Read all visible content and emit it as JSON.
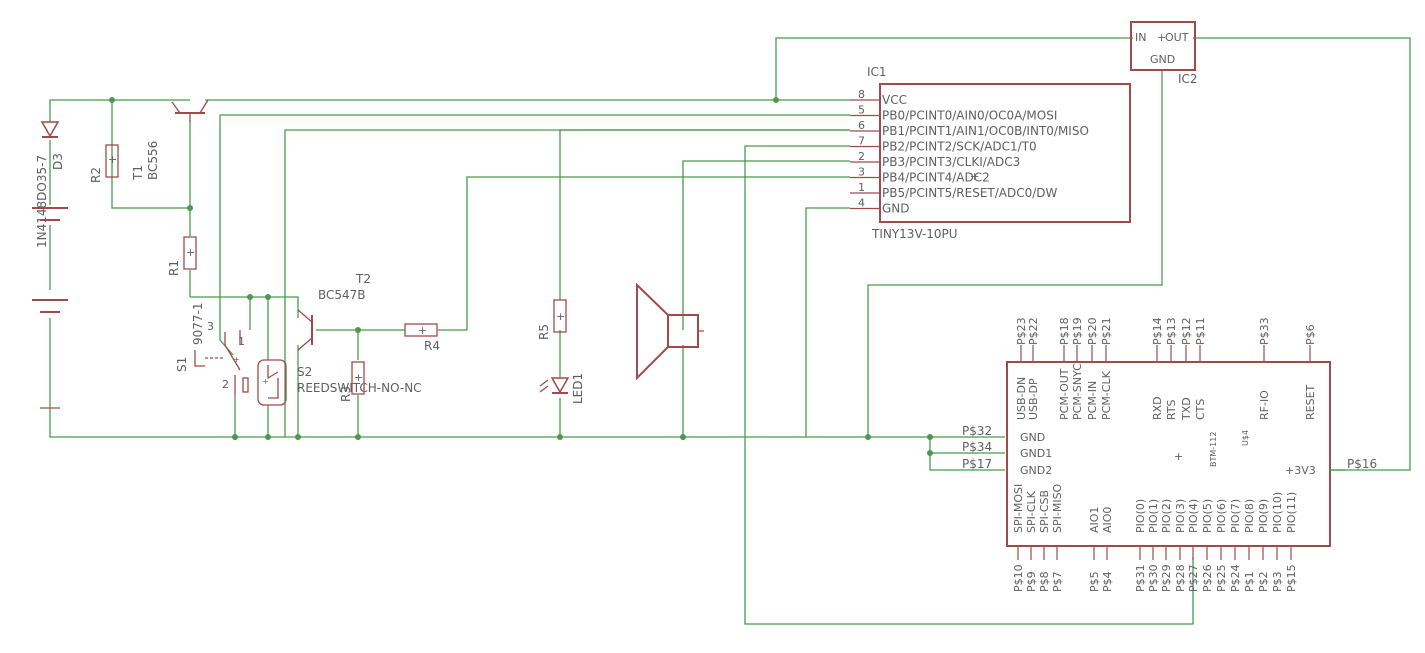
{
  "components": {
    "d3": {
      "name": "D3",
      "value": "1N4148DO35-7"
    },
    "r2": {
      "name": "R2"
    },
    "t1": {
      "name": "T1",
      "value": "BC556"
    },
    "r1": {
      "name": "R1"
    },
    "s1": {
      "name": "S1",
      "value": "9077-1",
      "pin1": "1",
      "pin2": "2",
      "pin3": "3"
    },
    "s2": {
      "name": "S2",
      "value": "REEDSWITCH-NO-NC"
    },
    "t2": {
      "name": "T2",
      "value": "BC547B"
    },
    "r3": {
      "name": "R3"
    },
    "r4": {
      "name": "R4"
    },
    "r5": {
      "name": "R5"
    },
    "led1": {
      "name": "LED1"
    },
    "ic1": {
      "name": "IC1",
      "value": "TINY13V-10PU",
      "pins": [
        {
          "num": "8",
          "label": "VCC"
        },
        {
          "num": "5",
          "label": "PB0/PCINT0/AIN0/OC0A/MOSI"
        },
        {
          "num": "6",
          "label": "PB1/PCINT1/AIN1/OC0B/INT0/MISO"
        },
        {
          "num": "7",
          "label": "PB2/PCINT2/SCK/ADC1/T0"
        },
        {
          "num": "2",
          "label": "PB3/PCINT3/CLKI/ADC3"
        },
        {
          "num": "3",
          "label": "PB4/PCINT4/ADC2"
        },
        {
          "num": "1",
          "label": "PB5/PCINT5/RESET/ADC0/DW"
        },
        {
          "num": "4",
          "label": "GND"
        }
      ]
    },
    "ic2": {
      "name": "IC2",
      "in": "IN",
      "out": "OUT",
      "gnd": "GND"
    },
    "u4": {
      "name": "U$4",
      "value": "BTM-112",
      "top_pins": [
        "P$23",
        "P$22",
        "P$18",
        "P$19",
        "P$20",
        "P$21",
        "P$14",
        "P$13",
        "P$12",
        "P$11",
        "P$33",
        "P$6"
      ],
      "top_labels": [
        "USB-DN",
        "USB-DP",
        "PCM-OUT",
        "PCM-SNYC",
        "PCM-IN",
        "PCM-CLK",
        "RXD",
        "RTS",
        "TXD",
        "CTS",
        "RF-IO",
        "RESET"
      ],
      "left_pins": [
        "P$32",
        "P$34",
        "P$17"
      ],
      "left_labels": [
        "GND",
        "GND1",
        "GND2"
      ],
      "right_pin": "P$16",
      "right_label": "+3V3",
      "bottom_labels": [
        "SPI-MOSI",
        "SPI-CLK",
        "SPI-CSB",
        "SPI-MISO",
        "AIO1",
        "AIO0",
        "PIO(0)",
        "PIO(1)",
        "PIO(2)",
        "PIO(3)",
        "PIO(4)",
        "PIO(5)",
        "PIO(6)",
        "PIO(7)",
        "PIO(8)",
        "PIO(9)",
        "PIO(10)",
        "PIO(11)"
      ],
      "bottom_pins": [
        "P$10",
        "P$9",
        "P$8",
        "P$7",
        "P$5",
        "P$4",
        "P$31",
        "P$30",
        "P$29",
        "P$28",
        "P$27",
        "P$26",
        "P$25",
        "P$24",
        "P$1",
        "P$2",
        "P$3",
        "P$15"
      ]
    }
  }
}
